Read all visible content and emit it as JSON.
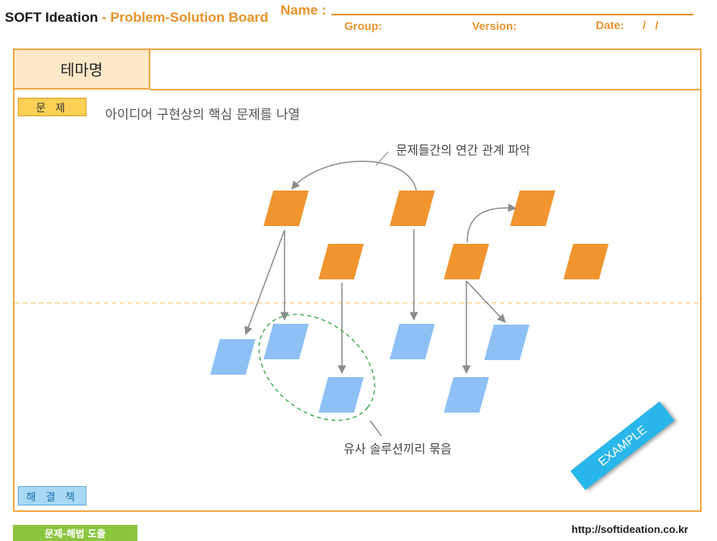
{
  "header": {
    "brand": "SOFT Ideation",
    "separator": " - ",
    "board_title": "Problem-Solution Board",
    "name_label": "Name :",
    "group_label": "Group:",
    "version_label": "Version:",
    "date_label": "Date:",
    "date_value": "/   /"
  },
  "board": {
    "theme_label": "테마명",
    "problem_tag": "문 제",
    "problem_desc": "아이디어 구현상의 핵심 문제를 나열",
    "relation_note": "문제들간의 연간 관계 파악",
    "group_note": "유사 솔루션끼리 묶음",
    "solution_tag": "해 결 책",
    "example_stamp": "EXAMPLE"
  },
  "footer": {
    "derive_button": "문제-해법 도출",
    "url": "http://softideation.co.kr"
  },
  "colors": {
    "accent_orange": "#f0952f",
    "problem_fill": "#f0952f",
    "solution_fill": "#8ec0f5",
    "group_ellipse": "#47b05a",
    "divider": "#f7d193",
    "arrow": "#8c8c8c"
  }
}
